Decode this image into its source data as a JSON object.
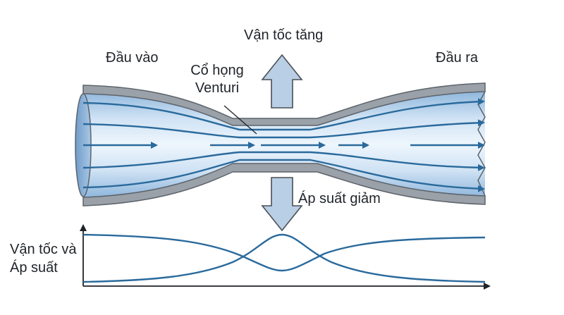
{
  "labels": {
    "inlet": "Đầu vào",
    "outlet": "Đầu ra",
    "throat_line1": "Cổ họng",
    "throat_line2": "Venturi",
    "velocity_increase": "Vận tốc tăng",
    "pressure_decrease": "Áp suất giảm",
    "graph_ylabel_line1": "Vận tốc và",
    "graph_ylabel_line2": "Áp suất"
  },
  "colors": {
    "fluid_light": "#e6f1fb",
    "fluid_mid": "#bcd6ef",
    "fluid_dark": "#8fb7dd",
    "pipe_wall": "#9aa1a8",
    "pipe_wall_edge": "#5c636a",
    "streamline": "#2a6a9c",
    "curve": "#2a6a9c",
    "arrow_fill": "#b9cfe5",
    "arrow_stroke": "#4a4f55",
    "axis": "#1f2328"
  },
  "icons": {
    "up_arrow": "velocity-up-arrow-icon",
    "down_arrow": "pressure-down-arrow-icon"
  }
}
